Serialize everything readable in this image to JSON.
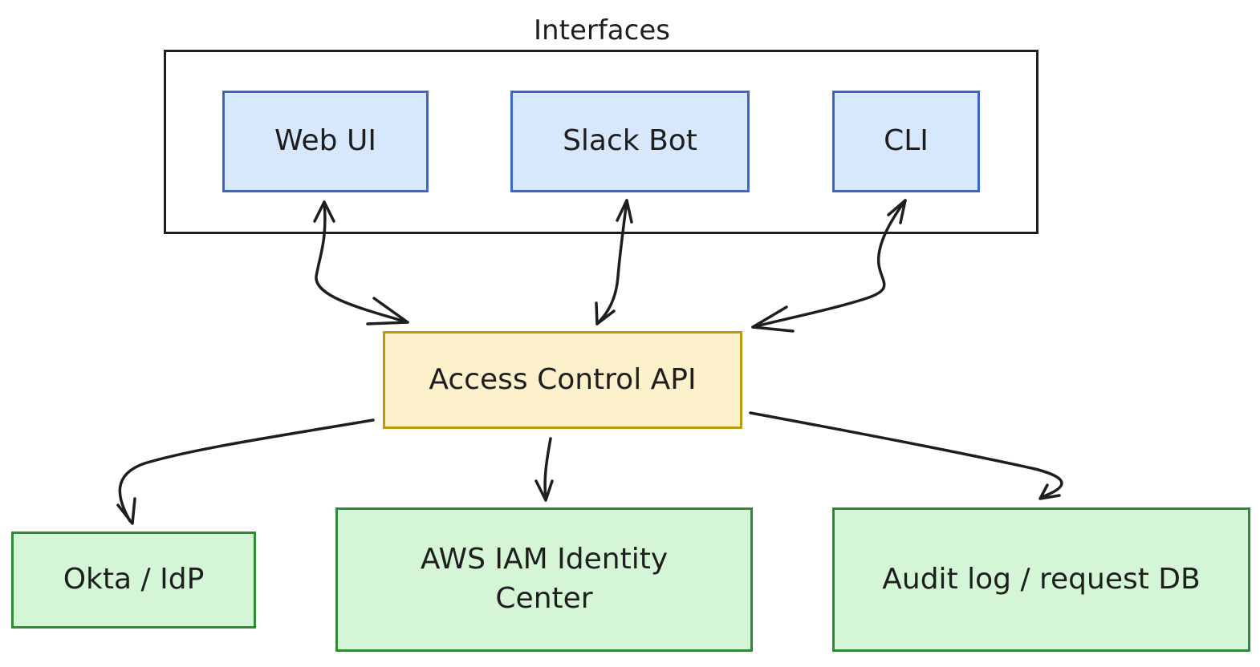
{
  "group": {
    "title": "Interfaces"
  },
  "nodes": {
    "web_ui": "Web UI",
    "slack_bot": "Slack Bot",
    "cli": "CLI",
    "api": "Access Control API",
    "okta": "Okta / IdP",
    "aws": "AWS IAM Identity\nCenter",
    "audit": "Audit log / request DB"
  },
  "edges": [
    {
      "from": "web_ui",
      "to": "api",
      "direction": "both"
    },
    {
      "from": "slack_bot",
      "to": "api",
      "direction": "both"
    },
    {
      "from": "cli",
      "to": "api",
      "direction": "both"
    },
    {
      "from": "api",
      "to": "okta",
      "direction": "forward"
    },
    {
      "from": "api",
      "to": "aws",
      "direction": "forward"
    },
    {
      "from": "api",
      "to": "audit",
      "direction": "forward"
    }
  ],
  "colors": {
    "interface_fill": "#d8e8fc",
    "interface_stroke": "#3b68c8",
    "api_fill": "#fdf1cc",
    "api_stroke": "#b99b12",
    "backend_fill": "#d4f6d7",
    "backend_stroke": "#2f8a35",
    "line": "#1e1e1e"
  }
}
